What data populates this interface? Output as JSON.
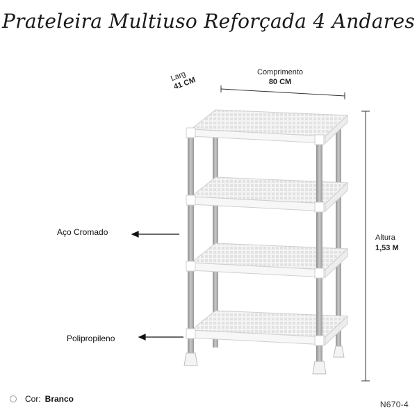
{
  "title": "Prateleira Multiuso Reforçada 4 Andares",
  "dimensions": {
    "width_label": "Larg",
    "width_value": "41 CM",
    "length_label": "Comprimento",
    "length_value": "80 CM",
    "height_label": "Altura",
    "height_value": "1,53 M"
  },
  "callouts": {
    "steel": "Aço Cromado",
    "plastic": "Polipropileno"
  },
  "color": {
    "label": "Cor:",
    "value": "Branco"
  },
  "product_code": "N670-4",
  "palette": {
    "shelf": "#f6f6f6",
    "shelf_edge": "#d4d4d4",
    "pole": "#a9a9a9",
    "text": "#111111"
  }
}
